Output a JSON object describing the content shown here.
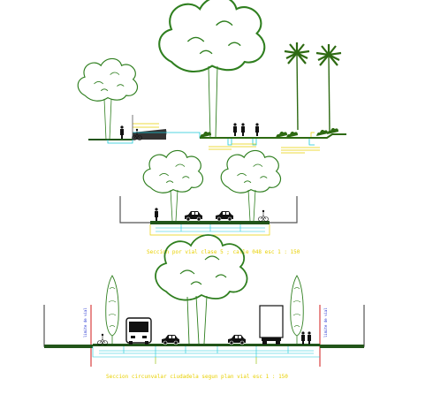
{
  "drawing": {
    "section_a": {
      "labels": [
        "",
        ""
      ]
    },
    "section_b": {
      "caption": "Seccion por vial clase 5 ; calle 048 esc 1 : 150"
    },
    "section_c": {
      "caption": "Seccion circunvalar ciudadela segun plan vial  esc 1 : 150",
      "edge_label_left": "limite de vial",
      "edge_label_right": "limite de vial"
    },
    "colors": {
      "vegetation": "#2e6a12",
      "tree_outline": "#2f7f1f",
      "water_line": "#19c8d8",
      "annotation": "#e8d000",
      "structure": "#555555",
      "section_limit": "#d01818",
      "vehicles": "#111111",
      "ground_fill": "#22551a"
    }
  }
}
